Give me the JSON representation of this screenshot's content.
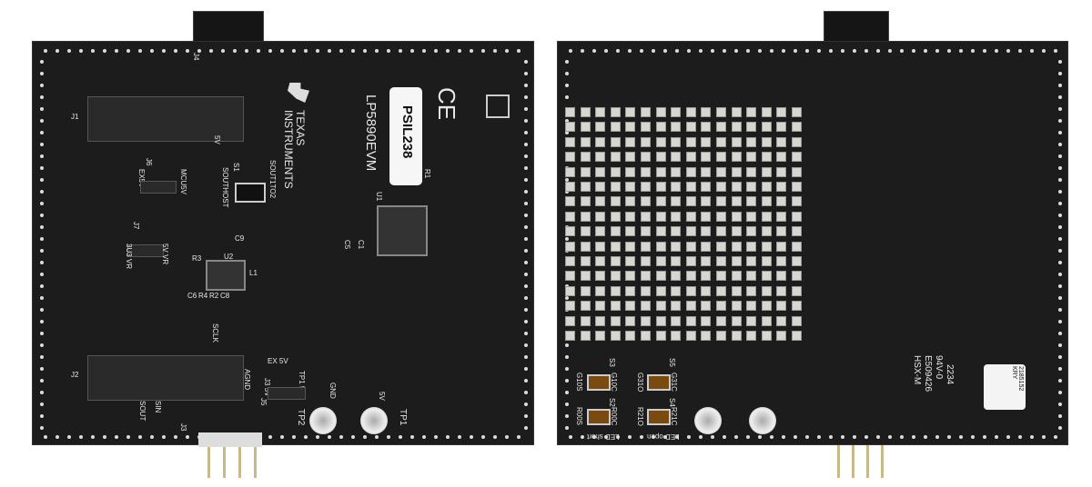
{
  "left_board": {
    "label_sticker": "PSIL238",
    "brand": "TEXAS INSTRUMENTS",
    "board_name": "LP5890EVM",
    "ce_mark": "CE",
    "connectors": {
      "j1": "J1",
      "j2": "J2",
      "j3": "J3",
      "j4": "J4",
      "j5": "J5",
      "j6": "J6",
      "j7": "J7"
    },
    "silkscreen": {
      "ex5v": "EX5V",
      "mcu5v": "MCU5V",
      "s1": "S1",
      "southost": "SOUTHOST",
      "sout1to2": "SOUT1TO2",
      "v3u3": "3U3 VR",
      "v5vr": "5V VR",
      "sclk": "SCLK",
      "agnd": "AGND",
      "sout": "SOUT",
      "sin": "SIN",
      "j3_5v": "J3 5V",
      "ex_5v": "EX 5V",
      "tp1_5v": "TP1 5V",
      "gnd": "GND",
      "v5": "5V",
      "tp1": "TP1",
      "tp2": "TP2",
      "u1": "U1",
      "r1": "R1",
      "c5": "C5",
      "c1": "C1",
      "c9": "C9",
      "u2": "U2",
      "l1": "L1",
      "r3": "R3",
      "c6": "C6",
      "r4": "R4",
      "r2": "R2",
      "c8": "C8",
      "pin_5v": "5V"
    }
  },
  "right_board": {
    "led_grid": {
      "rows": 16,
      "cols": 16
    },
    "switches": [
      {
        "id": "S3",
        "left": "G10S",
        "right": "G10C"
      },
      {
        "id": "S5",
        "left": "G31O",
        "right": "G31C"
      },
      {
        "id": "S2",
        "left": "R00S",
        "right": "R00C"
      },
      {
        "id": "S4",
        "left": "R21O",
        "right": "R21C"
      }
    ],
    "led_short": "LED short",
    "led_open": "LED open",
    "ul_marking": [
      "HSX-M",
      "E509426",
      "94V-0",
      "2234"
    ],
    "datamatrix_text": "2185152 KRY"
  },
  "colors": {
    "pcb": "#1c1c1c",
    "silkscreen": "#e8e8e8",
    "led": "#d8d6d0",
    "switch": "#7a4a10"
  }
}
